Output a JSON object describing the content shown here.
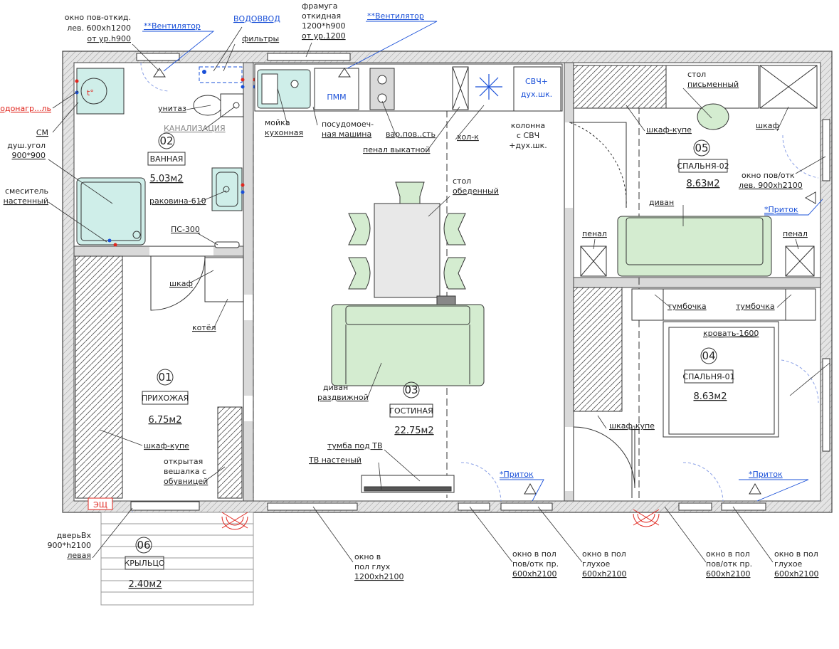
{
  "rooms": [
    {
      "num": "01",
      "name": "ПРИХОЖАЯ",
      "area": "6.75м2"
    },
    {
      "num": "02",
      "name": "ВАННАЯ",
      "area": "5.03м2"
    },
    {
      "num": "03",
      "name": "ГОСТИНАЯ",
      "area": "22.75м2"
    },
    {
      "num": "04",
      "name": "СПАЛЬНЯ-01",
      "area": "8.63м2"
    },
    {
      "num": "05",
      "name": "СПАЛЬНЯ-02",
      "area": "8.63м2"
    },
    {
      "num": "06",
      "name": "КРЫЛЬЦО",
      "area": "2.40м2"
    }
  ],
  "labels": {
    "window_bath": [
      "окно пов-откид.",
      "лев. 600xh1200",
      "от ур.h900"
    ],
    "vent1": "**Вентилятор",
    "vent2": "**Вентилятор",
    "water": "ВОДОВВОД",
    "filters": "фильтры",
    "framuga": [
      "фрамуга",
      "откидная",
      "1200*h900",
      "от ур.1200"
    ],
    "boiler_wh": "водонагр...ль",
    "washer": "СМ",
    "shower": [
      "душ.угол",
      "900*900"
    ],
    "mixer": [
      "смеситель",
      "настенный"
    ],
    "toilet": "унитаз",
    "sewer": "КАНАЛИЗАЦИЯ",
    "sink_bath": "раковина-610",
    "ps": "ПС-300",
    "wardrobe_hall": "шкаф",
    "kotel": "котёл",
    "sink_kitchen": [
      "мойка",
      "кухонная"
    ],
    "dishwasher": [
      "посудомоеч-",
      "ная машина"
    ],
    "dishwasher_icon": "ПММ",
    "hob": "вар.пов..сть",
    "penal_pull": "пенал выкатной",
    "fridge": "хол-к",
    "oven_col": [
      "колонна",
      "с СВЧ",
      "+дух.шк."
    ],
    "oven_icon": [
      "СВЧ+",
      "дух.шк."
    ],
    "table_dining": [
      "стол",
      "обеденный"
    ],
    "sofa_big": [
      "диван",
      "раздвижной"
    ],
    "tv_stand": "тумба под ТВ",
    "tv_wall": "ТВ настеный",
    "closet_hall": "шкаф-купе",
    "hanger": [
      "открытая",
      "вешалка с",
      "обувницей"
    ],
    "desk": [
      "стол",
      "письменный"
    ],
    "closet_s2": "шкаф-купе",
    "wardrobe_s2": "шкаф",
    "window_s2": [
      "окно пов/отк",
      "лев. 900xh2100"
    ],
    "supply1": "*Приток",
    "supply2": "*Приток",
    "supply3": "*Приток",
    "sofa_s2": "диван",
    "penal_l": "пенал",
    "penal_r": "пенал",
    "nightstand_l": "тумбочка",
    "nightstand_r": "тумбочка",
    "bed": "кровать-1600",
    "closet_s1": "шкаф-купе",
    "eshch": "ЭЩ",
    "door": [
      "дверьВх",
      "900*h2100",
      "левая"
    ],
    "win_living": [
      "окно в",
      "пол глух",
      "1200xh2100"
    ],
    "win_k1": [
      "окно в пол",
      "пов/отк пр.",
      "600xh2100"
    ],
    "win_k2": [
      "окно в пол",
      "глухое",
      "600xh2100"
    ],
    "win_s1a": [
      "окно в пол",
      "пов/отк пр.",
      "600xh2100"
    ],
    "win_s1b": [
      "окно в пол",
      "глухое",
      "600xh2100"
    ],
    "thermo_icon": "t°"
  }
}
